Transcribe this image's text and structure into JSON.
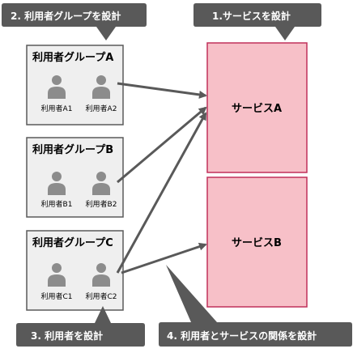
{
  "callouts": {
    "design_groups": "2. 利用者グループを設計",
    "design_services": "1.サービスを設計",
    "design_users": "3. 利用者を設計",
    "design_relations": "4. 利用者とサービスの関係を設計"
  },
  "groups": [
    {
      "title": "利用者グループA",
      "users": [
        "利用者A1",
        "利用者A2"
      ]
    },
    {
      "title": "利用者グループB",
      "users": [
        "利用者B1",
        "利用者B2"
      ]
    },
    {
      "title": "利用者グループC",
      "users": [
        "利用者C1",
        "利用者C2"
      ]
    }
  ],
  "services": [
    {
      "label": "サービスA"
    },
    {
      "label": "サービスB"
    }
  ],
  "colors": {
    "callout": "#595959",
    "group_fill": "#efefef",
    "group_border": "#5a5a5a",
    "service_fill": "#f7c0c8",
    "service_border": "#c0305a",
    "person": "#8c8c8c",
    "arrow": "#595959"
  }
}
